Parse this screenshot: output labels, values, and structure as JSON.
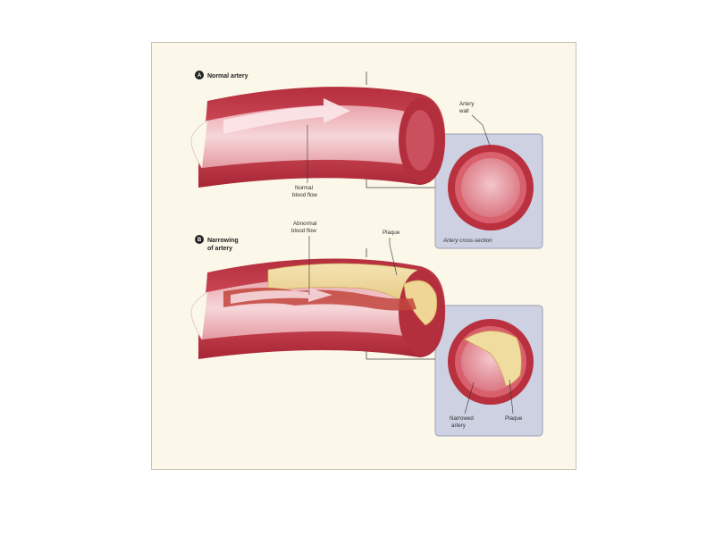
{
  "section_a": {
    "badge": "A",
    "title": "Normal artery",
    "labels": {
      "artery_wall_line1": "Artery",
      "artery_wall_line2": "wall",
      "normal_flow_line1": "Normal",
      "normal_flow_line2": "blood flow",
      "cross_section": "Artery cross-section"
    }
  },
  "section_b": {
    "badge": "B",
    "title_line1": "Narrowing",
    "title_line2": "of artery",
    "labels": {
      "abnormal_flow_line1": "Abnormal",
      "abnormal_flow_line2": "blood flow",
      "plaque_top": "Plaque",
      "narrowed_line1": "Narrowed",
      "narrowed_line2": "artery",
      "plaque_inset": "Plaque"
    }
  },
  "colors": {
    "panel_bg": "#fbf8e9",
    "artery_outer": "#c83a48",
    "artery_wall_light": "#e8939b",
    "lumen": "#f2c9cd",
    "flow_arrow": "#fbe7ea",
    "plaque": "#f1dca0",
    "plaque_edge": "#d6b05b",
    "inset_bg": "#cfd3e2"
  }
}
